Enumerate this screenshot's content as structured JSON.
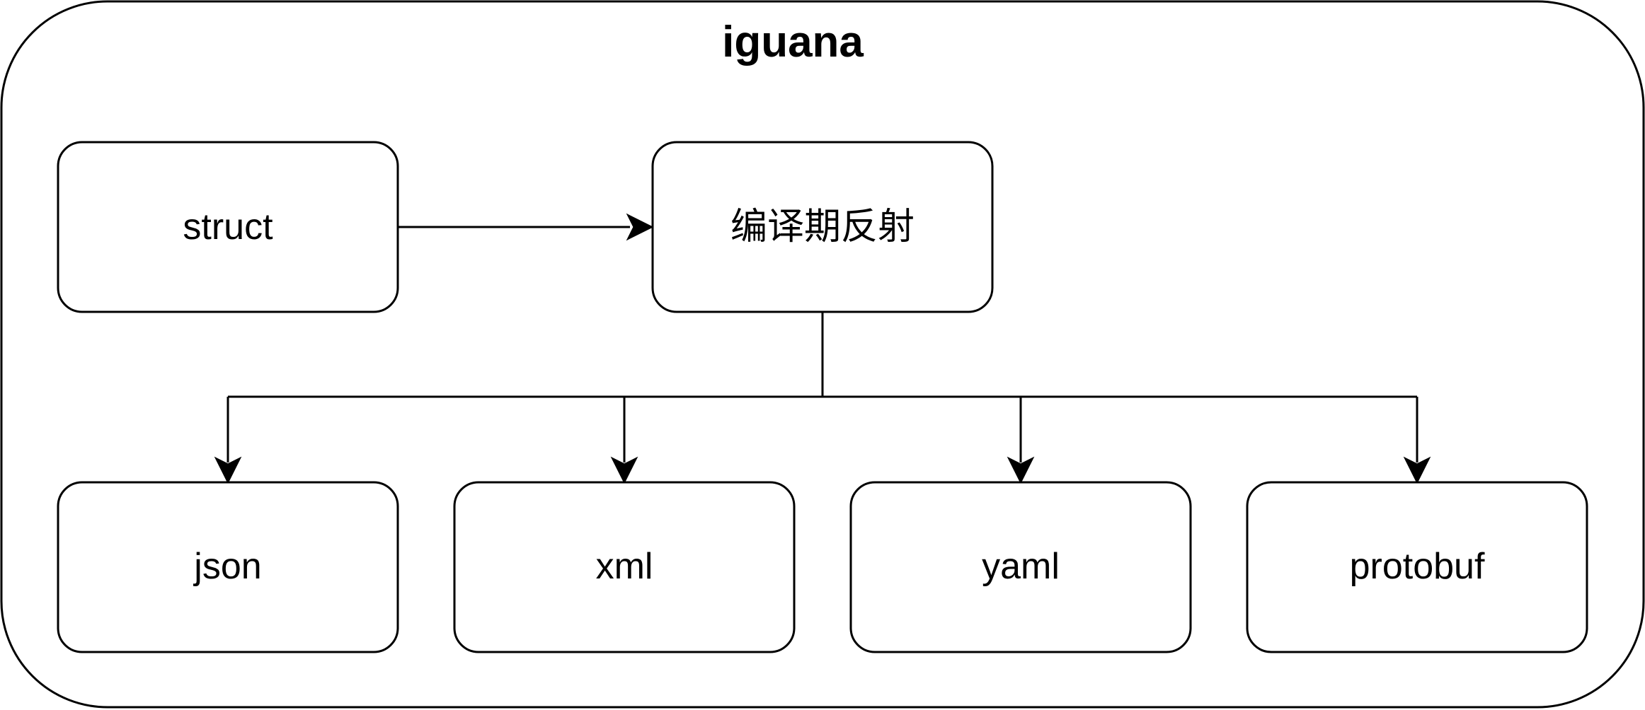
{
  "diagram": {
    "container": {
      "title": "iguana"
    },
    "nodes": {
      "struct": "struct",
      "reflection": "编译期反射",
      "json": "json",
      "xml": "xml",
      "yaml": "yaml",
      "protobuf": "protobuf"
    },
    "colors": {
      "stroke": "#000000",
      "fill": "#ffffff"
    }
  }
}
